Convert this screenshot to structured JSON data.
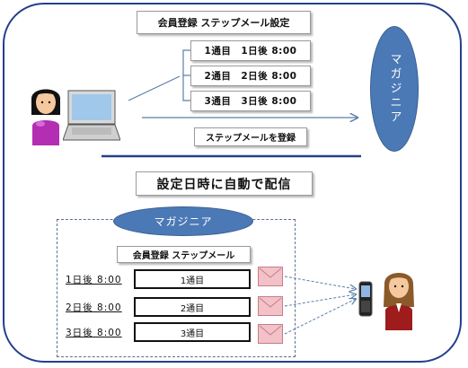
{
  "colors": {
    "frame": "#24408a",
    "accent": "#4b79b6",
    "envelope": "#f2c2c8",
    "person_top": "#b42eb4",
    "person_bottom": "#9e1c1c"
  },
  "top": {
    "title": "会員登録 ステップメール設定",
    "schedule": [
      "1通目　1日後 8:00",
      "2通目　2日後 8:00",
      "3通目　3日後 8:00"
    ],
    "submit_label": "ステップメールを登録",
    "service_name": "マガジニア"
  },
  "bottom": {
    "title": "設定日時に自動で配信",
    "service_name": "マガジニア",
    "inner_title": "会員登録 ステップメール",
    "rows": [
      {
        "day": "1日後 8:00",
        "mail": "1通目"
      },
      {
        "day": "2日後 8:00",
        "mail": "2通目"
      },
      {
        "day": "3日後 8:00",
        "mail": "3通目"
      }
    ]
  },
  "icons": [
    "laptop-icon",
    "sender-person-icon",
    "envelope-icon",
    "mobile-phone-icon",
    "recipient-person-icon"
  ]
}
